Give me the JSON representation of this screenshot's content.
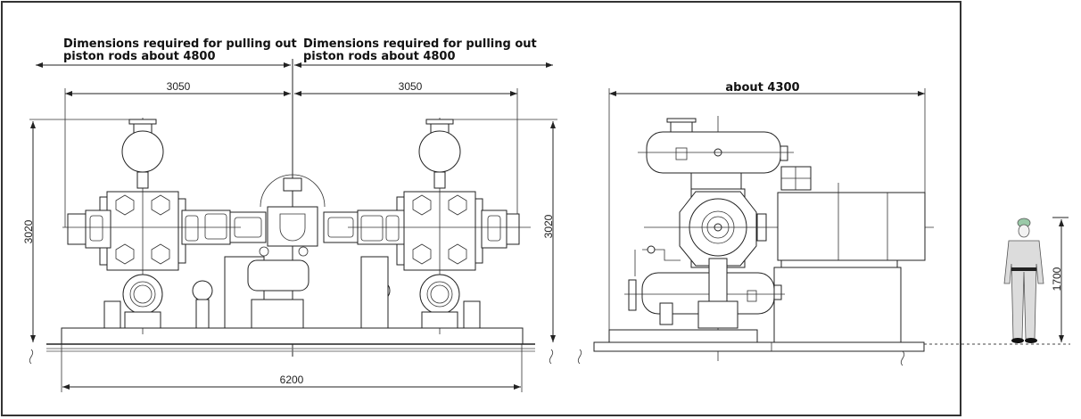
{
  "front_view": {
    "left_note_line1": "Dimensions required for pulling out",
    "left_note_line2": "piston rods about 4800",
    "right_note_line1": "Dimensions required for pulling out",
    "right_note_line2": "piston rods about 4800",
    "left_span": "3050",
    "right_span": "3050",
    "left_height": "3020",
    "right_height": "3020",
    "total_length": "6200"
  },
  "side_view": {
    "width_label": "about 4300"
  },
  "human_scale": {
    "height": "1700"
  }
}
